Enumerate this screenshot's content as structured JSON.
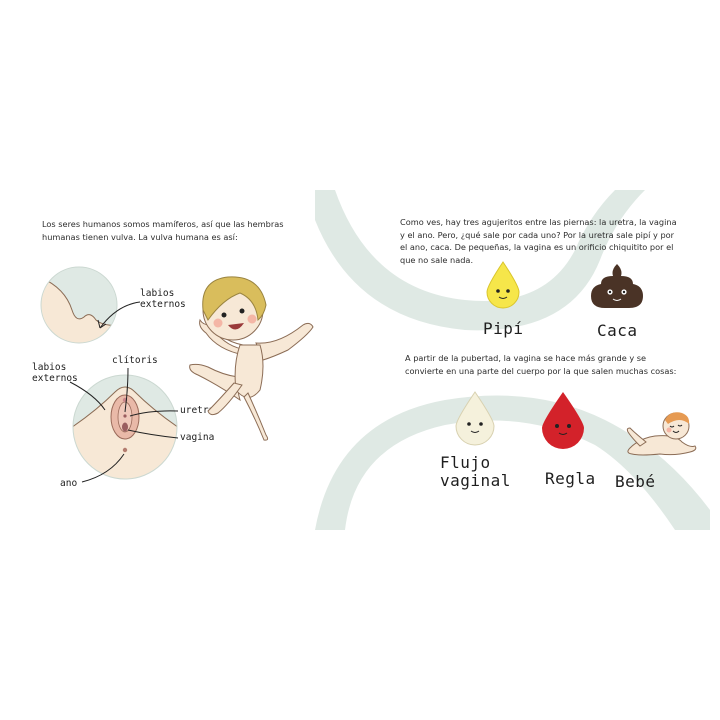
{
  "left_page": {
    "intro_text": "Los seres humanos somos mamíferos, así que las hembras humanas tienen vulva. La vulva humana es así:",
    "labels": {
      "labios_externos_top": "labios externos",
      "labios_externos_left": "labios externos",
      "clitoris": "clítoris",
      "uretra": "uretra",
      "vagina": "vagina",
      "ano": "ano"
    }
  },
  "right_page": {
    "intro_text": "Como ves, hay tres agujeritos entre las piernas: la uretra, la vagina y el ano. Pero, ¿qué sale por cada uno? Por la uretra sale pipí y por el ano, caca. De pequeñas, la vagina es un orificio chiquitito por el que no sale nada.",
    "items_top": [
      {
        "label": "Pipí",
        "icon": "pee-drop-icon"
      },
      {
        "label": "Caca",
        "icon": "poop-icon"
      }
    ],
    "puberty_text": "A partir de la pubertad, la vagina se hace más grande y se convierte en una parte del cuerpo por la que salen muchas cosas:",
    "items_bottom": [
      {
        "label": "Flujo vaginal",
        "icon": "discharge-drop-icon"
      },
      {
        "label": "Regla",
        "icon": "blood-drop-icon"
      },
      {
        "label": "Bebé",
        "icon": "baby-icon"
      }
    ]
  },
  "colors": {
    "arc": "#dfe9e4",
    "skin": "#f7e8d6",
    "hair": "#d9bd5c",
    "pee": "#f6e64a",
    "poop": "#4a3326",
    "blood": "#d3222a",
    "discharge": "#f5f1dc"
  }
}
